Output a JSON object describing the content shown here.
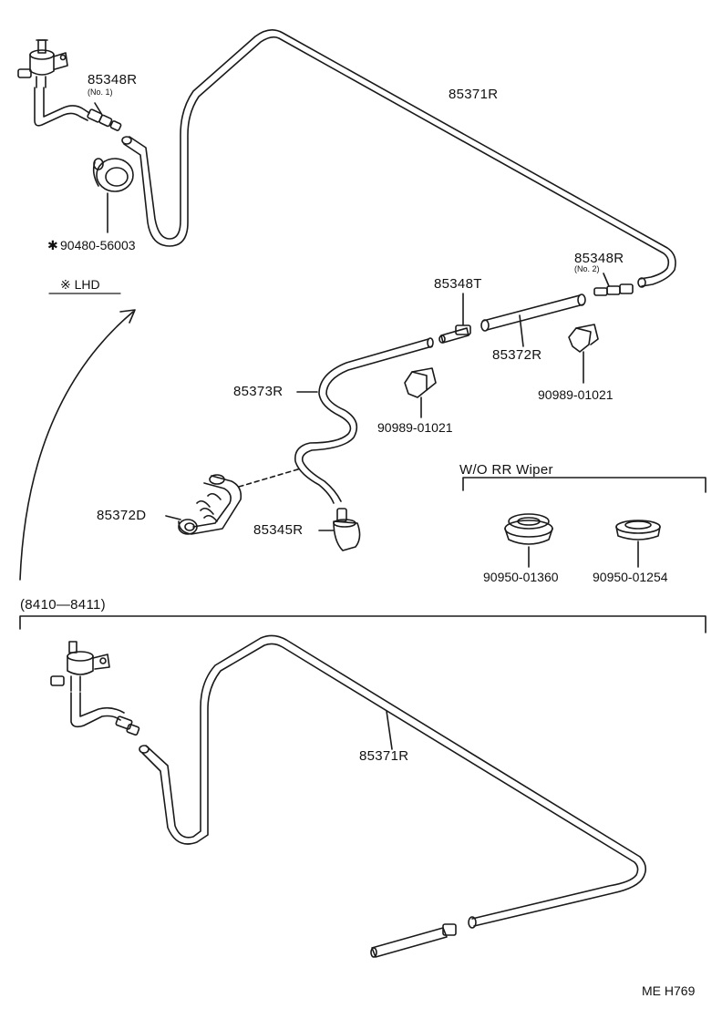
{
  "colors": {
    "line": "#1a1a1a",
    "background": "#ffffff"
  },
  "labels": {
    "p85348r_no1": "85348R",
    "no1": "(No. 1)",
    "p85371r_top": "85371R",
    "p90480": "90480-56003",
    "p90480_mark": "✱",
    "lhd": "※ LHD",
    "p85348t": "85348T",
    "p85348r_no2": "85348R",
    "no2": "(No. 2)",
    "p85372r": "85372R",
    "p90989_right": "90989-01021",
    "p85373r": "85373R",
    "p90989_mid": "90989-01021",
    "wo_rr_wiper": "W/O RR Wiper",
    "p85372d": "85372D",
    "p85345r": "85345R",
    "p90950_01360": "90950-01360",
    "p90950_01254": "90950-01254",
    "range": "(8410—8411)",
    "p85371r_bottom": "85371R",
    "code": "ME H769"
  }
}
